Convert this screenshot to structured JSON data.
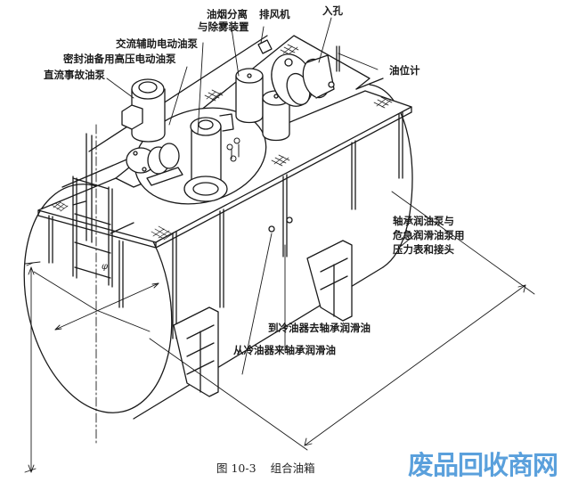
{
  "figure": {
    "caption_number": "图 10-3",
    "caption_title": "组合油箱",
    "diameter_symbol": "φ"
  },
  "labels": {
    "oil_fume_separator": [
      "油烟分离",
      "与除雾装置"
    ],
    "exhaust_fan": "排风机",
    "manhole": "入孔",
    "oil_level_gauge": "油位计",
    "ac_aux_pump": "交流辅助电动油泵",
    "seal_oil_backup_pump": "密封油备用高压电动油泵",
    "dc_emergency_pump": "直流事故油泵",
    "gauge_and_connector": [
      "轴承润油泵与",
      "危急润滑油泵用",
      "压力表和接头"
    ],
    "to_cooler": "到冷油器去轴承润滑油",
    "from_cooler": "从冷油器来轴承润滑油"
  },
  "watermark": {
    "text": "废品回收商网",
    "color": "#5aa0dc"
  },
  "colors": {
    "line": "#1a1a1a",
    "background": "#ffffff"
  }
}
